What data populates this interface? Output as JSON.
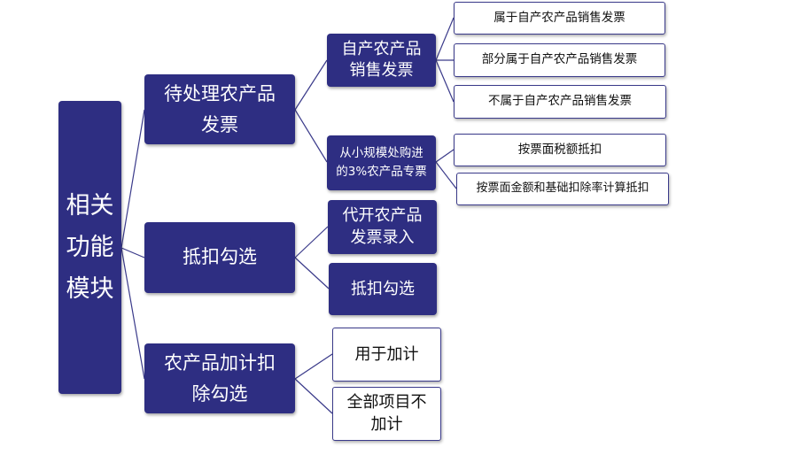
{
  "root": {
    "label": "相关\n功能\n模块"
  },
  "level1": [
    {
      "label": "待处理农产品\n发票"
    },
    {
      "label": "抵扣勾选"
    },
    {
      "label": "农产品加计扣\n除勾选"
    }
  ],
  "level2": [
    {
      "label": "自产农产品\n销售发票"
    },
    {
      "label": "从小规模处购进\n的3%农产品专票"
    },
    {
      "label": "代开农产品\n发票录入"
    },
    {
      "label": "抵扣勾选"
    },
    {
      "label": "用于加计"
    },
    {
      "label": "全部项目不\n加计"
    }
  ],
  "level3": [
    {
      "label": "属于自产农产品销售发票"
    },
    {
      "label": "部分属于自产农产品销售发票"
    },
    {
      "label": "不属于自产农产品销售发票"
    },
    {
      "label": "按票面税额抵扣"
    },
    {
      "label": "按票面金额和基础扣除率计算抵扣"
    }
  ]
}
